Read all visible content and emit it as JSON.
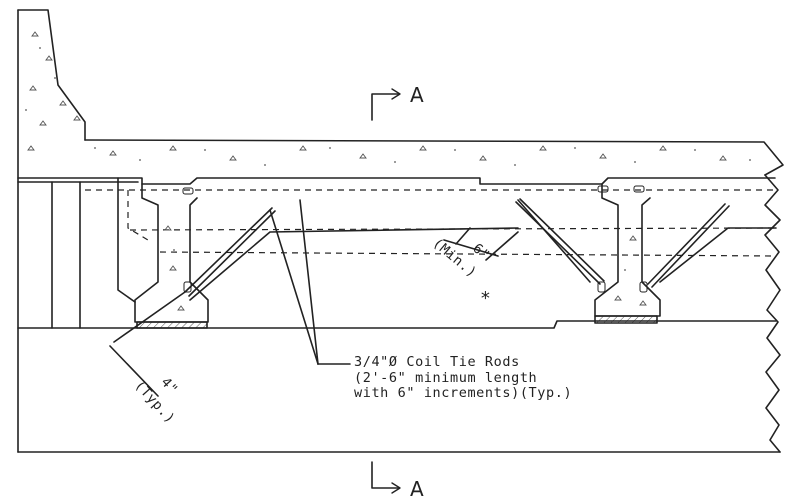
{
  "section_marker_top": "A",
  "section_marker_bottom": "A",
  "note_lines": [
    "3/4\"Ø Coil Tie Rods",
    "(2'-6\" minimum length",
    "with 6\" increments)(Typ.)"
  ],
  "dim_left_value": "4\"",
  "dim_left_qualifier": "(Typ.)",
  "dim_right_value": "6\"",
  "dim_right_qualifier": "(Min.)",
  "asterisk": "*",
  "colors": {
    "line": "#222222",
    "hatch": "#555555",
    "background": "#ffffff"
  }
}
